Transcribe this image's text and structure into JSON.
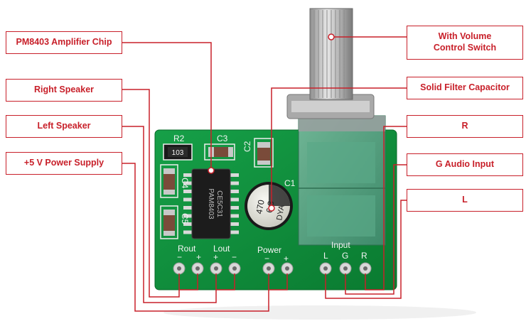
{
  "callouts": {
    "amplifier_chip": "PM8403 Amplifier Chip",
    "right_speaker": "Right Speaker",
    "left_speaker": "Left Speaker",
    "power_supply": "+5 V Power Supply",
    "volume_switch_line1": "With Volume",
    "volume_switch_line2": "Control Switch",
    "filter_capacitor": "Solid Filter Capacitor",
    "r": "R",
    "g_audio_input": "G Audio Input",
    "l": "L"
  },
  "board_silkscreen": {
    "r2": "R2",
    "c3": "C3",
    "c2": "C2",
    "c1": "C1",
    "c4": "C4",
    "c5": "C5",
    "rout": "Rout",
    "lout": "Lout",
    "power": "Power",
    "input": "Input",
    "minus": "−",
    "plus": "+",
    "pin_l": "L",
    "pin_g": "G",
    "pin_r": "R",
    "resistor_code": "103"
  },
  "chip_marking": {
    "line1": "PAM8403",
    "line2": "CE5C31"
  },
  "capacitor_marking": {
    "line1": "470",
    "line2": "6.3",
    "line3": "DYA"
  },
  "colors": {
    "callout_red": "#c8202a",
    "pcb_green": "#0f8f3a",
    "pot_green": "#4f9f7f",
    "metal": "#bdbdbd"
  }
}
